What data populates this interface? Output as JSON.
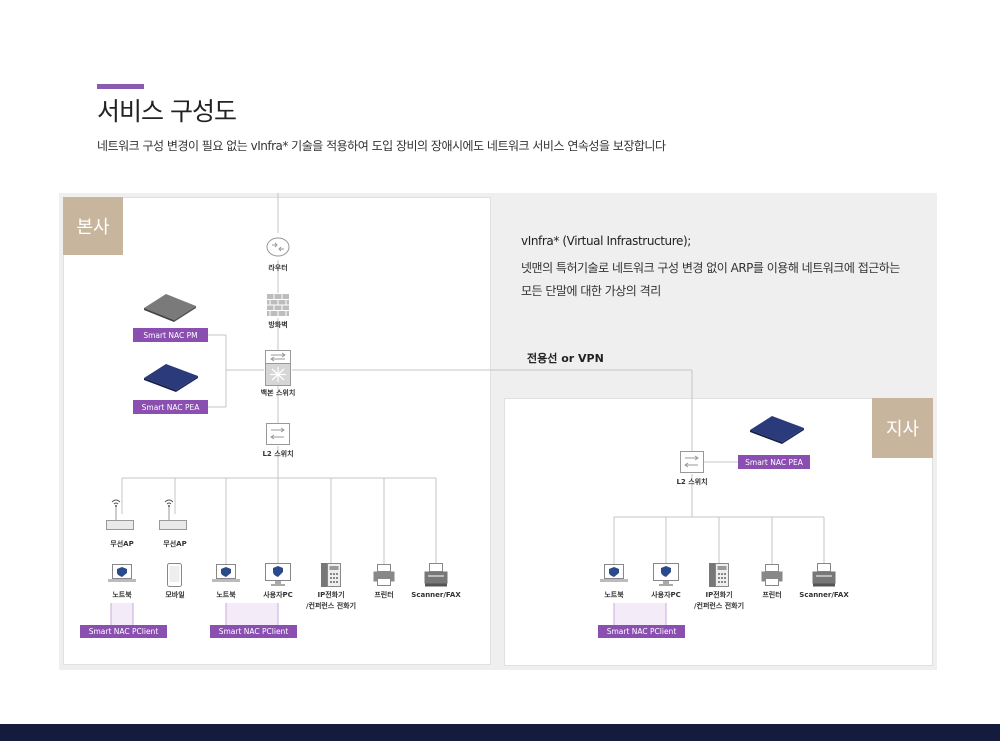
{
  "header": {
    "title": "서비스 구성도",
    "subtitle": "네트워크 구성 변경이 필요 없는 vInfra* 기술을 적용하여 도입 장비의 장애시에도 네트워크 서비스 연속성을 보장합니다"
  },
  "colors": {
    "accent": "#8a5ab0",
    "tag": "#8a4fb0",
    "corner": "#c8b59d",
    "footer": "#141b3d"
  },
  "hq": {
    "corner": "본사",
    "router": "라우터",
    "firewall": "방화벽",
    "backbone": "백본 스위치",
    "l2": "L2 스위치",
    "pm_tag": "Smart NAC PM",
    "pea_tag": "Smart NAC PEA",
    "ap1": "무선AP",
    "ap2": "무선AP",
    "d1": "노트북",
    "d2": "모바일",
    "d3": "노트북",
    "d4": "사용자PC",
    "d5a": "IP전화기",
    "d5b": "/컨퍼런스 전화기",
    "d6": "프린터",
    "d7": "Scanner/FAX",
    "pc_tag1": "Smart NAC PClient",
    "pc_tag2": "Smart NAC PClient"
  },
  "vinfra": {
    "title": "vInfra* (Virtual Infrastructure);",
    "line1": "넷맨의 특허기술로 네트워크 구성 변경 없이 ARP를 이용해 네트워크에 접근하는",
    "line2": "모든 단말에 대한 가상의 격리"
  },
  "link_label": "전용선 or VPN",
  "branch": {
    "corner": "지사",
    "l2": "L2 스위치",
    "pea_tag": "Smart NAC PEA",
    "d1": "노트북",
    "d2": "사용자PC",
    "d3a": "IP전화기",
    "d3b": "/컨퍼런스 전화기",
    "d4": "프린터",
    "d5": "Scanner/FAX",
    "pc_tag": "Smart NAC PClient"
  }
}
